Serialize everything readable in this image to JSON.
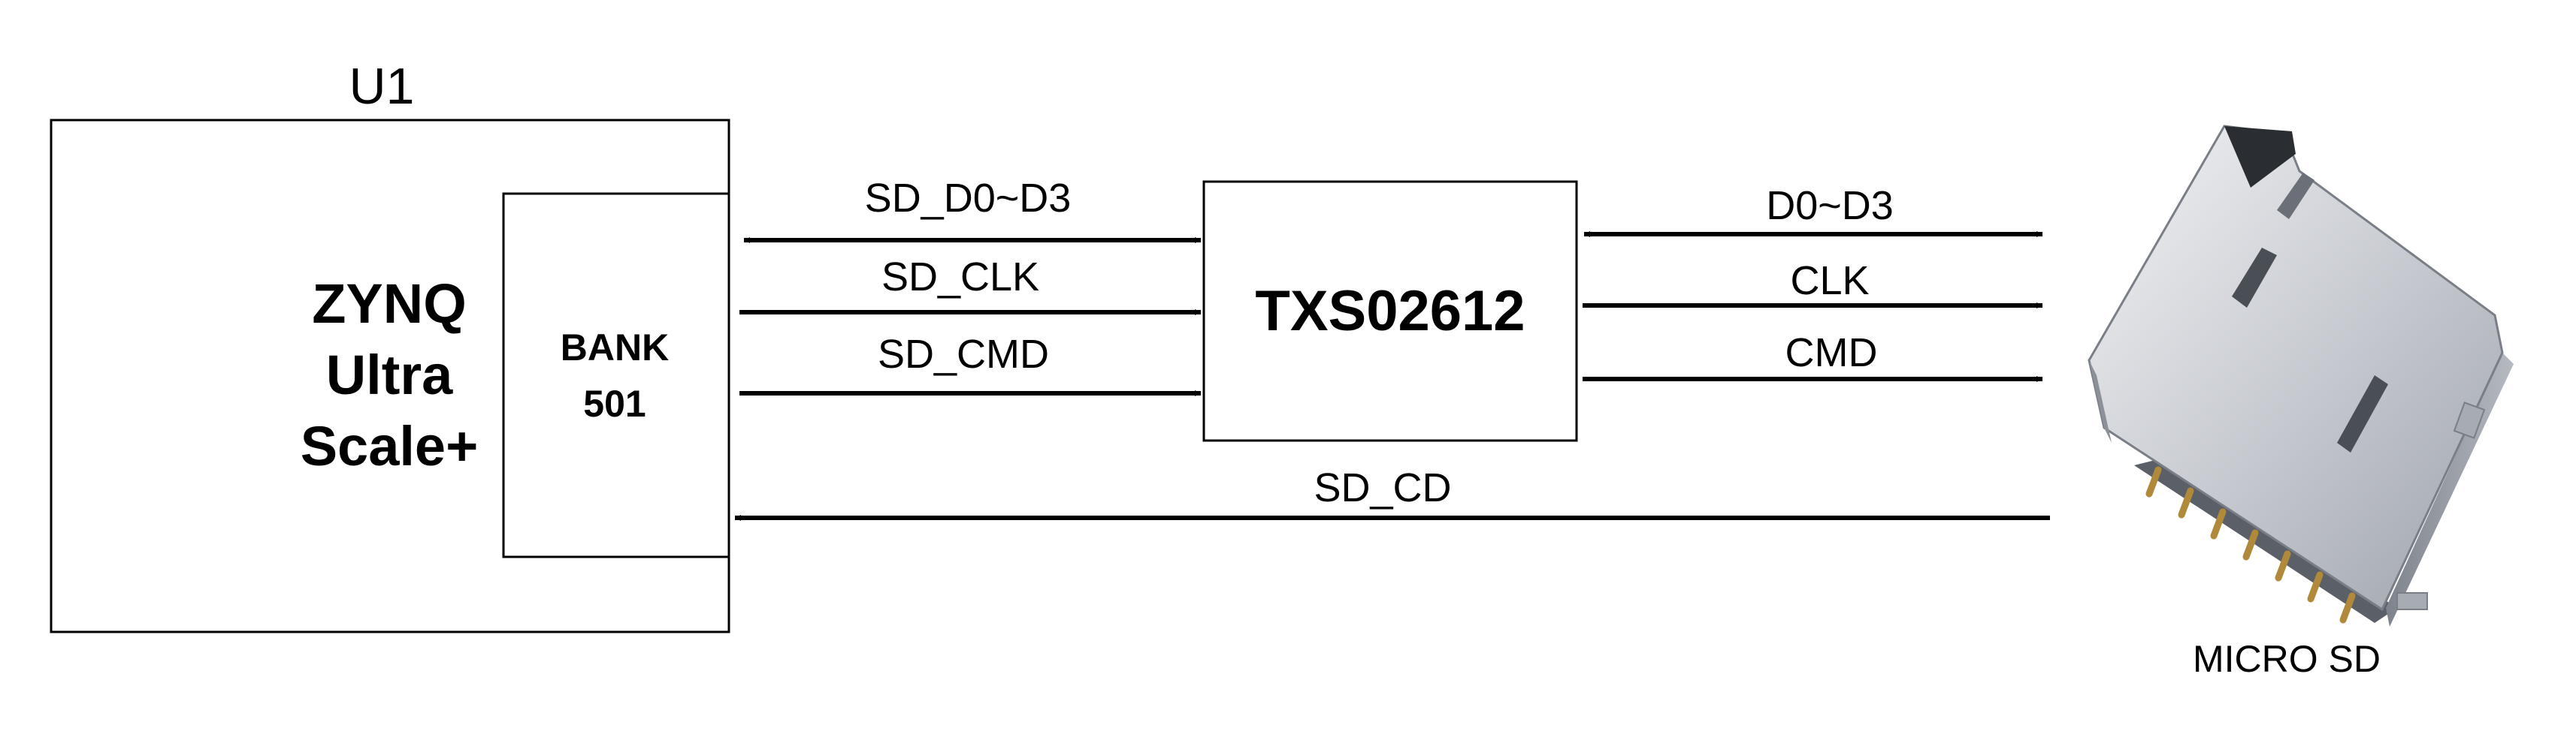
{
  "u1": {
    "designator": "U1",
    "device_lines": [
      "ZYNQ",
      "Ultra",
      "Scale+"
    ],
    "bank_lines": [
      "BANK",
      "501"
    ]
  },
  "level_shifter": {
    "label": "TXS02612"
  },
  "signals_in": {
    "data": "SD_D0~D3",
    "clk": "SD_CLK",
    "cmd": "SD_CMD"
  },
  "signals_out": {
    "data": "D0~D3",
    "clk": "CLK",
    "cmd": "CMD"
  },
  "card_detect": {
    "label": "SD_CD"
  },
  "card_slot": {
    "label": "MICRO SD"
  }
}
